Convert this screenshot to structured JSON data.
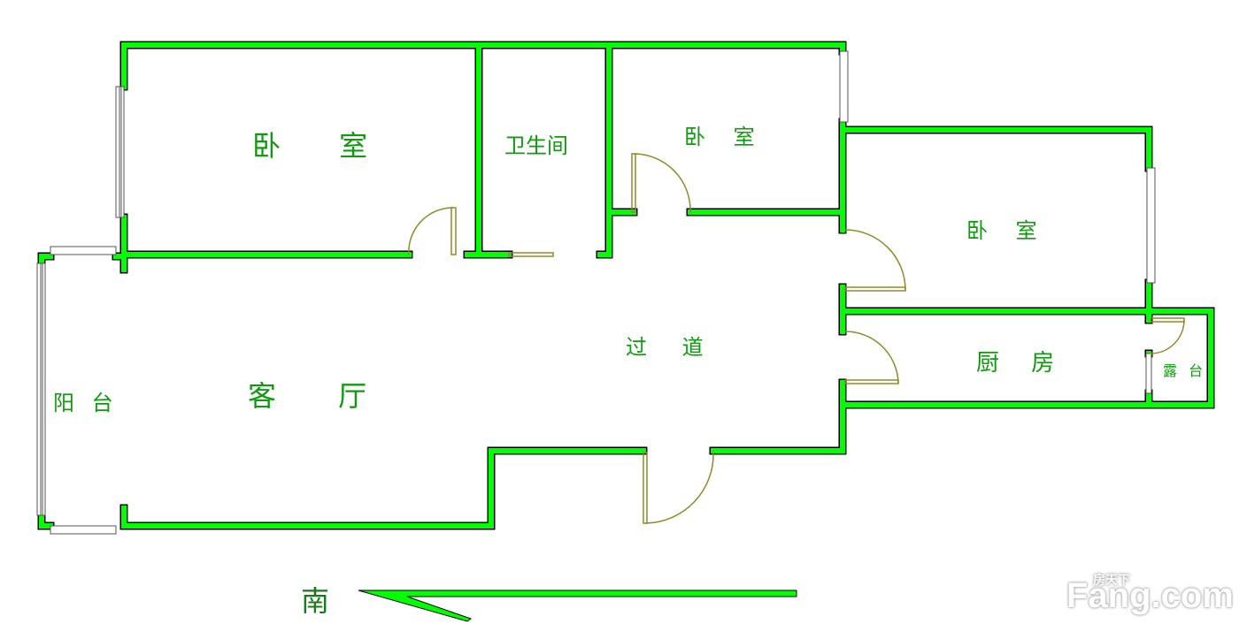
{
  "rooms": {
    "bedroom_main": "卧 室",
    "bathroom": "卫生间",
    "bedroom_second": "卧 室",
    "bedroom_third": "卧 室",
    "corridor": "过 道",
    "living_room": "客 厅",
    "balcony": "阳 台",
    "kitchen": "厨 房",
    "terrace": "露 台"
  },
  "compass": {
    "label": "南"
  },
  "watermark": {
    "brand": "Fang.com",
    "brand_cn": "房天下"
  },
  "colors": {
    "wall": "#00ff00",
    "outline": "#000000",
    "door": "#8b8b2a",
    "text": "#119a11"
  }
}
